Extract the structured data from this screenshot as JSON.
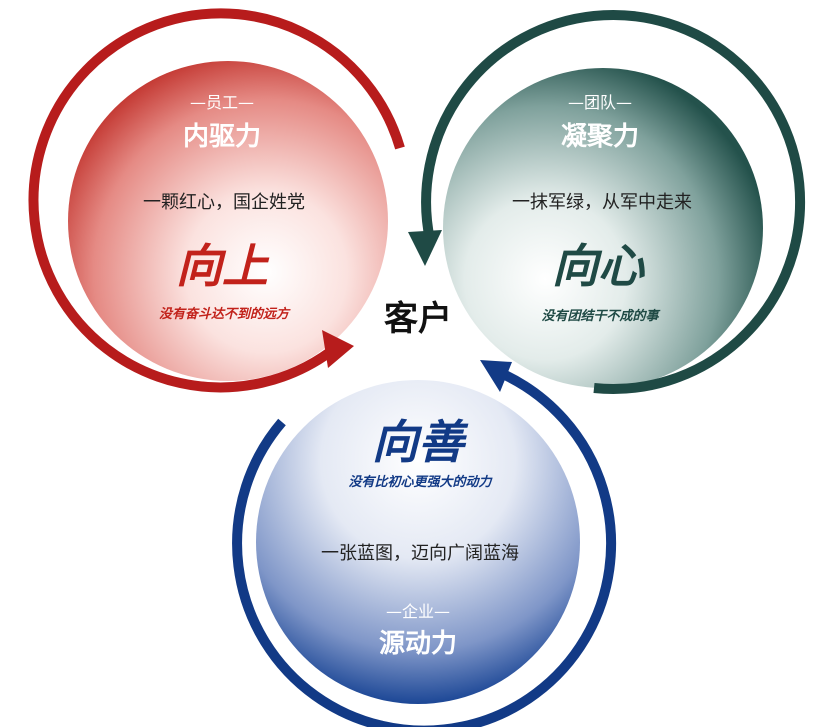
{
  "center": {
    "label": "客户"
  },
  "circles": {
    "employee": {
      "tag": "—员工—",
      "title": "内驱力",
      "slogan": "一颗红心，国企姓党",
      "motto": "向上",
      "tagline": "没有奋斗达不到的远方",
      "color": "#b71c1c"
    },
    "team": {
      "tag": "—团队—",
      "title": "凝聚力",
      "slogan": "一抹军绿，从军中走来",
      "motto": "向心",
      "tagline": "没有团结干不成的事",
      "color": "#1f4a45"
    },
    "enterprise": {
      "tag": "—企业—",
      "title": "源动力",
      "slogan": "一张蓝图，迈向广阔蓝海",
      "motto": "向善",
      "tagline": "没有比初心更强大的动力",
      "color": "#123a86"
    }
  }
}
